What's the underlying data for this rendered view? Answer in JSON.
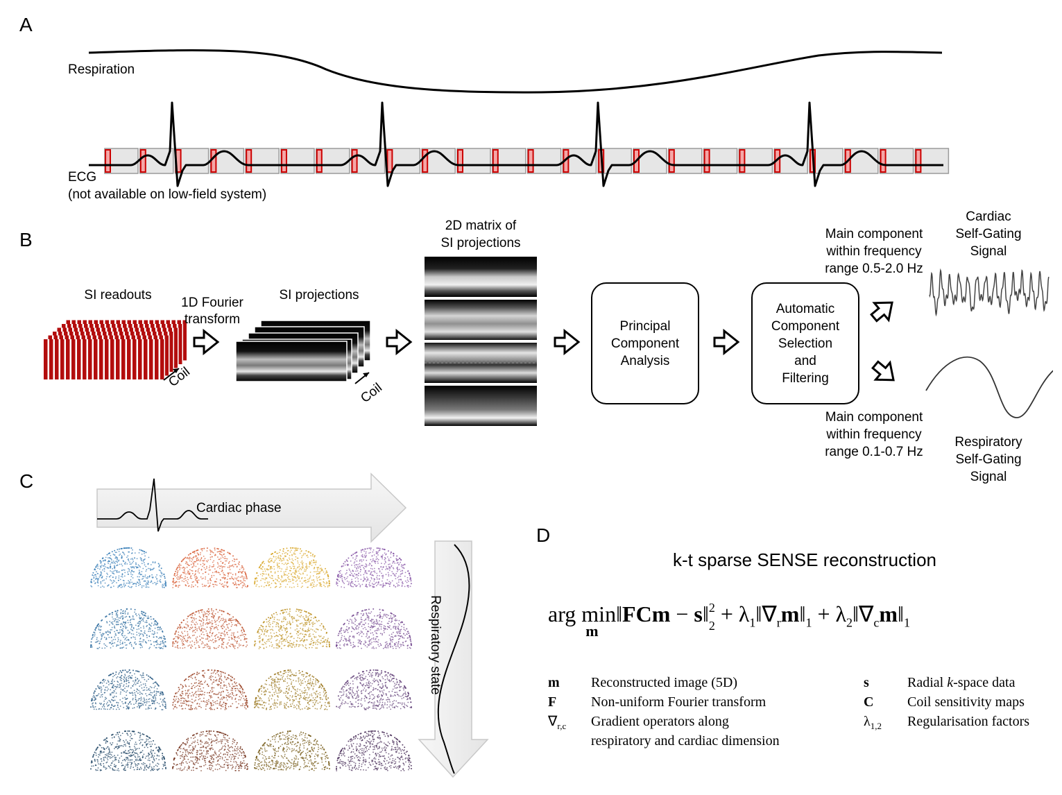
{
  "panels": {
    "a": "A",
    "b": "B",
    "c": "C",
    "d": "D"
  },
  "panel_a": {
    "respiration_label": "Respiration",
    "ecg_label_line1": "ECG",
    "ecg_label_line2": "(not available on low-field system)"
  },
  "panel_b": {
    "si_readouts": "SI readouts",
    "fourier_line1": "1D Fourier",
    "fourier_line2": "transform",
    "si_projections": "SI projections",
    "coil_1": "Coil",
    "coil_2": "Coil",
    "matrix_line1": "2D matrix of",
    "matrix_line2": "SI projections",
    "pca_box": [
      "Principal",
      "Component",
      "Analysis"
    ],
    "acs_box": [
      "Automatic",
      "Component",
      "Selection",
      "and",
      "Filtering"
    ],
    "main_comp_cardiac": [
      "Main component",
      "within frequency",
      "range 0.5-2.0 Hz"
    ],
    "main_comp_resp": [
      "Main component",
      "within frequency",
      "range 0.1-0.7 Hz"
    ],
    "cardiac_signal": [
      "Cardiac",
      "Self-Gating",
      "Signal"
    ],
    "resp_signal": [
      "Respiratory",
      "Self-Gating",
      "Signal"
    ]
  },
  "panel_c": {
    "cardiac_phase": "Cardiac phase",
    "respiratory_state": "Respiratory state",
    "column_colors": [
      "#3a7fb8",
      "#d9623a",
      "#d9a82e",
      "#8a5aa8"
    ],
    "row_darkness": [
      0.0,
      0.12,
      0.28,
      0.45
    ]
  },
  "panel_d": {
    "title": "k-t sparse SENSE reconstruction",
    "legend_left": [
      {
        "symbol": "m",
        "desc": [
          "Reconstructed image (5D)"
        ]
      },
      {
        "symbol": "F",
        "desc": [
          "Non-uniform Fourier transform"
        ]
      },
      {
        "symbol": "∇r,c",
        "desc": [
          "Gradient operators along",
          "respiratory and cardiac dimension"
        ]
      }
    ],
    "legend_right": [
      {
        "symbol": "s",
        "desc_pre": "Radial ",
        "desc_em": "k",
        "desc_post": "-space data"
      },
      {
        "symbol": "C",
        "desc": "Coil sensitivity maps"
      },
      {
        "symbol": "λ1,2",
        "desc": "Regularisation factors"
      }
    ]
  },
  "colors": {
    "readout_red": "#b30d0d",
    "marker_red": "#cc0000",
    "window_gray": "#e6e6e6"
  }
}
